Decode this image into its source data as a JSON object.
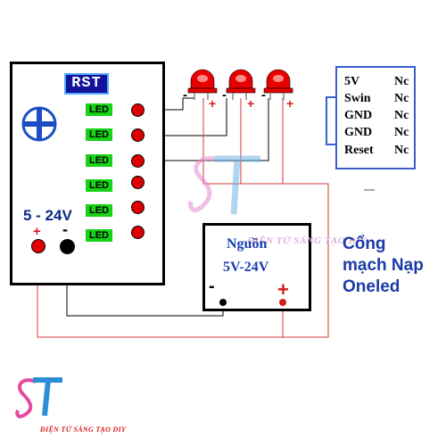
{
  "board": {
    "reset_label": "RST",
    "led_labels": [
      "LED",
      "LED",
      "LED",
      "LED",
      "LED",
      "LED"
    ],
    "input_voltage": "5 - 24V",
    "plus_sign": "+",
    "minus_sign": "-"
  },
  "leds": {
    "minus_sign": "-",
    "plus_sign": "+"
  },
  "pinout": {
    "rows": [
      {
        "name": "5V",
        "value": "Nc"
      },
      {
        "name": "Swin",
        "value": "Nc"
      },
      {
        "name": "GND",
        "value": "Nc"
      },
      {
        "name": "GND",
        "value": "Nc"
      },
      {
        "name": "Reset",
        "value": "Nc"
      }
    ]
  },
  "power_supply": {
    "title": "Nguồn",
    "voltage": "5V-24V",
    "minus_sign": "-",
    "plus_sign": "+"
  },
  "port_label": [
    "Cổng",
    "mạch Nạp",
    "Oneled"
  ],
  "watermark_text": "ĐIỆN TỬ SÁNG TẠO DIY",
  "brand_text": "ĐIỆN TỬ SÁNG TẠO DIY",
  "colors": {
    "wire_red": "#d23b3b",
    "wire_black": "#000000",
    "led_green": "#18d218",
    "rst_blue": "#12129a",
    "text_blue": "#1c3aa8"
  }
}
